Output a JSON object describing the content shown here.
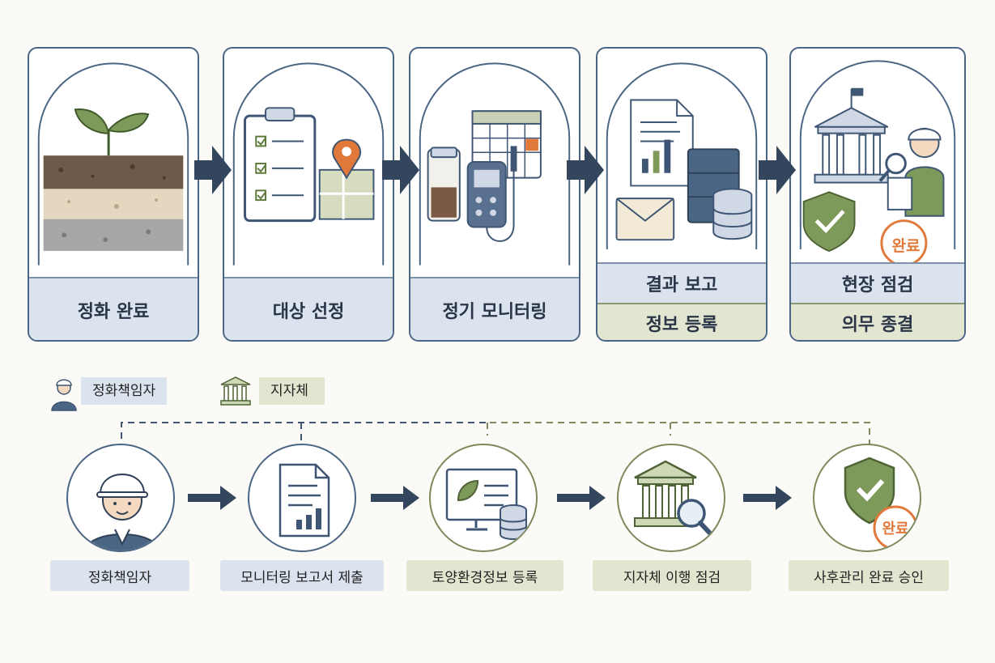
{
  "top_steps": [
    {
      "label": "정화 완료"
    },
    {
      "label": "대상 선정"
    },
    {
      "label": "정기 모니터링"
    },
    {
      "label_top": "결과 보고",
      "label_bottom": "정보 등록"
    },
    {
      "label_top": "현장 점검",
      "label_bottom": "의무 종결",
      "badge": "완료"
    }
  ],
  "legend": [
    {
      "label": "정화책임자",
      "icon": "worker-icon"
    },
    {
      "label": "지자체",
      "icon": "government-building-icon"
    }
  ],
  "bottom_steps": [
    {
      "label": "정화책임자"
    },
    {
      "label": "모니터링 보고서 제출"
    },
    {
      "label": "토양환경정보 등록"
    },
    {
      "label": "지자체 이행 점검"
    },
    {
      "label": "사후관리 완료 승인",
      "badge": "완료"
    }
  ],
  "colors": {
    "navy": "#3e5674",
    "olive": "#7e8a5c",
    "orange": "#e0793a",
    "blue_fill": "#dbe3ee",
    "green_fill": "#e2e6d0"
  }
}
